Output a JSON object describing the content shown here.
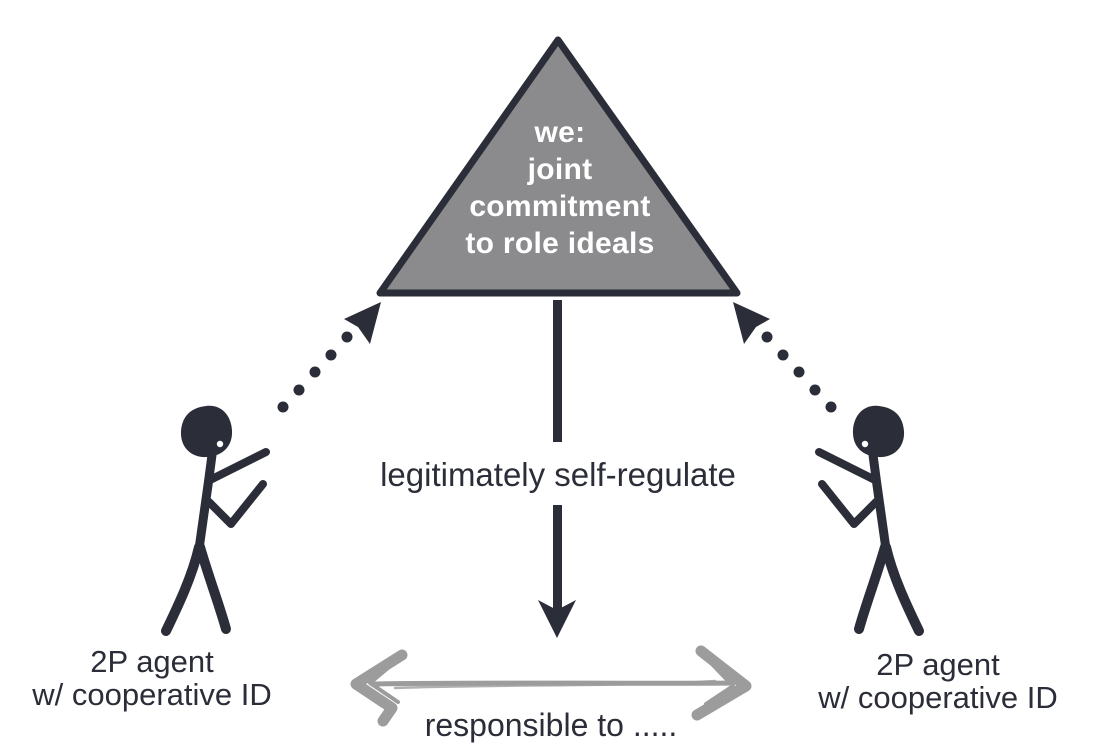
{
  "diagram": {
    "triangle": {
      "lines": [
        "we:",
        "joint",
        "commitment",
        "to role ideals"
      ]
    },
    "center_arrow": {
      "label": "legitimately self-regulate"
    },
    "bottom_arrow": {
      "label": "responsible to ....."
    },
    "left_agent": {
      "line1": "2P agent",
      "line2": "w/ cooperative ID"
    },
    "right_agent": {
      "line1": "2P agent",
      "line2": "w/ cooperative ID"
    },
    "colors": {
      "dark": "#2b2e38",
      "triangle_fill": "#8b8b8e",
      "triangle_border": "#2b2e38",
      "triangle_text": "#ffffff",
      "arrow_gray": "#9c9c9c",
      "background": "#ffffff"
    }
  }
}
